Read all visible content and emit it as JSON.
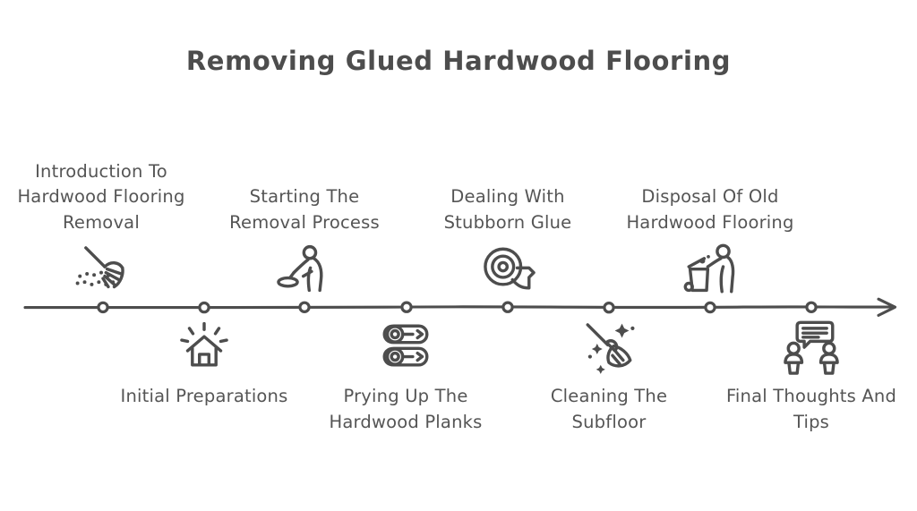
{
  "header": {
    "title": "Removing Glued Hardwood Flooring"
  },
  "theme": {
    "background": "#ffffff",
    "ink": "#4d4d4d",
    "label_color": "#555555"
  },
  "timeline": {
    "orientation": "horizontal",
    "direction": "left-to-right",
    "axis_arrow": true,
    "node_count": 8,
    "milestones": [
      {
        "index": 1,
        "label": "Introduction To Hardwood Flooring Removal",
        "icon": "broom-sweeping-dust-icon",
        "side": "top"
      },
      {
        "index": 2,
        "label": "Initial Preparations",
        "icon": "house-shine-icon",
        "side": "bottom"
      },
      {
        "index": 3,
        "label": "Starting The Removal Process",
        "icon": "person-scraping-floor-icon",
        "side": "top"
      },
      {
        "index": 4,
        "label": "Prying Up The Hardwood Planks",
        "icon": "stacked-wood-logs-icon",
        "side": "bottom"
      },
      {
        "index": 5,
        "label": "Dealing With Stubborn Glue",
        "icon": "adhesive-tape-roll-icon",
        "side": "top"
      },
      {
        "index": 6,
        "label": "Cleaning The Subfloor",
        "icon": "broom-sparkles-icon",
        "side": "bottom"
      },
      {
        "index": 7,
        "label": "Disposal Of Old Hardwood Flooring",
        "icon": "person-trash-bin-icon",
        "side": "top"
      },
      {
        "index": 8,
        "label": "Final Thoughts And Tips",
        "icon": "two-people-speech-bubble-icon",
        "side": "bottom"
      }
    ]
  }
}
